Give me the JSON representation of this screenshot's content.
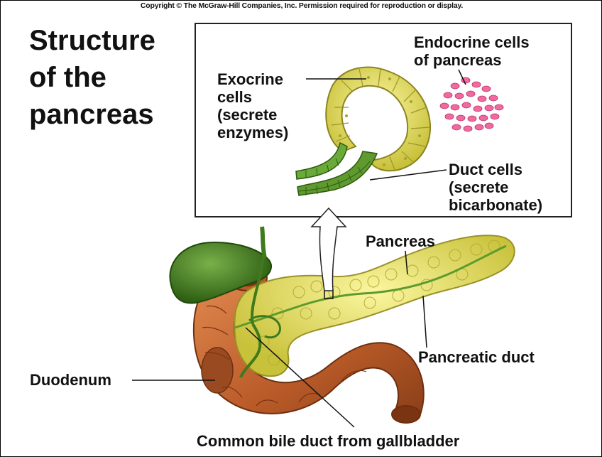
{
  "copyright": "Copyright © The McGraw-Hill Companies, Inc. Permission required for reproduction or display.",
  "title": "Structure\nof the\npancreas",
  "labels": {
    "exocrine": "Exocrine\ncells\n(secrete\nenzymes)",
    "endocrine": "Endocrine cells\nof pancreas",
    "duct_cells": "Duct cells\n(secrete\nbicarbonate)",
    "pancreas": "Pancreas",
    "pancreatic_duct": "Pancreatic duct",
    "duodenum": "Duodenum",
    "common_bile_duct": "Common bile duct from gallbladder"
  },
  "colors": {
    "exocrine_cell": "#e6df5a",
    "duct_cell": "#5e9a2e",
    "endocrine_cell": "#f06aa0",
    "pancreas": "#e8e35a",
    "duodenum": "#c96a35",
    "gallbladder": "#3f7a1c"
  }
}
